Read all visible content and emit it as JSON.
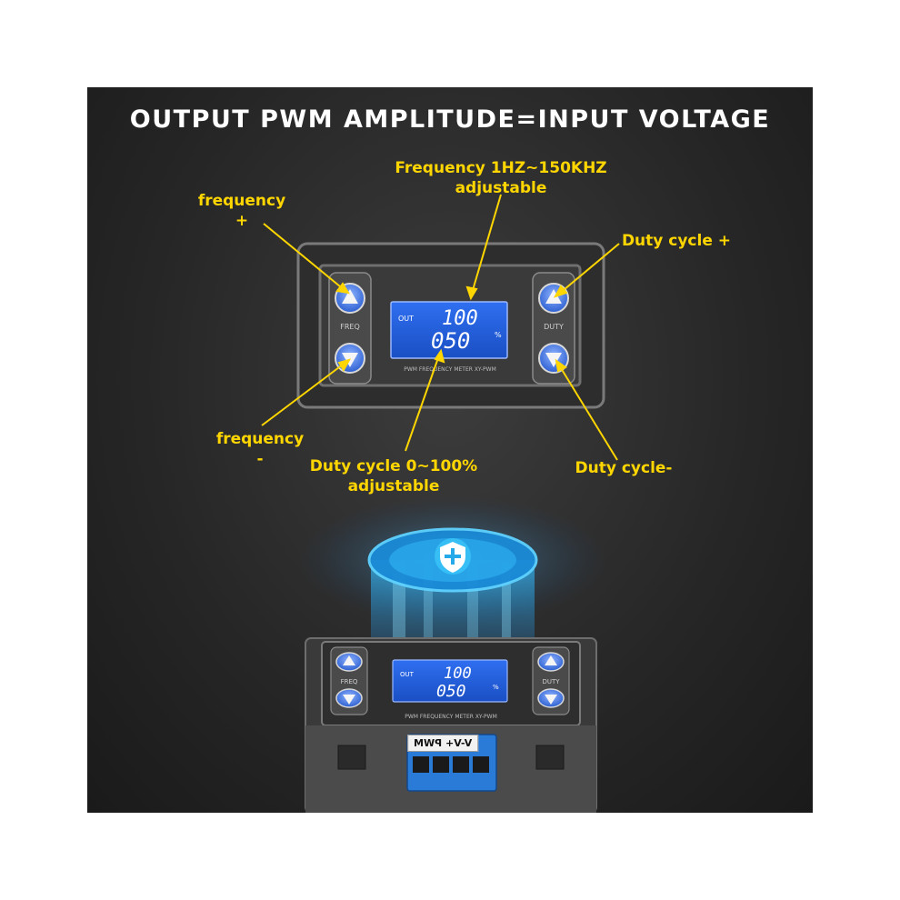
{
  "headline": "OUTPUT PWM AMPLITUDE=INPUT VOLTAGE",
  "annotations": {
    "freq_range": "Frequency 1HZ~150KHZ\nadjustable",
    "freq_plus": "frequency\n+",
    "duty_plus": "Duty cycle +",
    "freq_minus": "frequency\n-",
    "duty_range": "Duty cycle 0~100%\nadjustable",
    "duty_minus": "Duty cycle-"
  },
  "device": {
    "lcd_out": "OUT",
    "lcd_top": "100",
    "lcd_bottom": "050",
    "lcd_unit": "%",
    "left_group": "FREQ",
    "right_group": "DUTY",
    "model": "PWM FREQUENCY METER XY-PWM",
    "terminal_label": "V-V+ PWM"
  },
  "colors": {
    "annotation": "#ffd600",
    "lcd_background": "#1e5bd6",
    "button": "#3a6fd8",
    "glow": "#2fb4ff"
  },
  "icons": [
    "arrow-up-icon",
    "arrow-down-icon",
    "shield-plus-icon"
  ]
}
